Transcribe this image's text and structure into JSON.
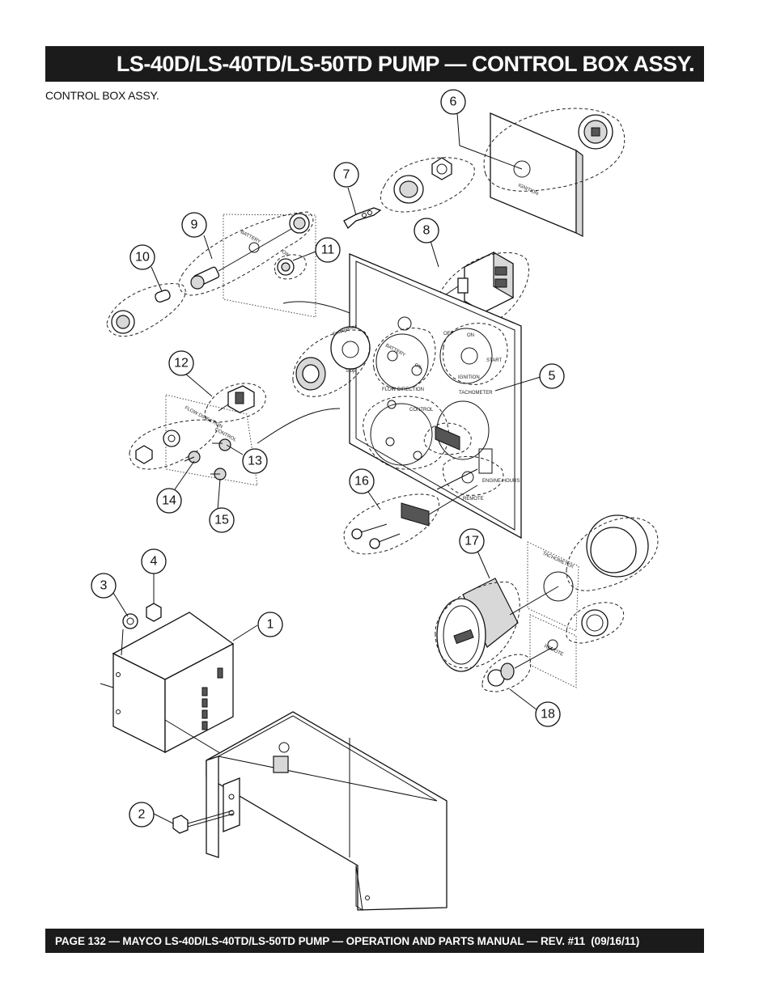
{
  "header": {
    "title": "LS-40D/LS-40TD/LS-50TD PUMP — CONTROL BOX ASSY."
  },
  "section": {
    "subtitle": "CONTROL BOX ASSY."
  },
  "footer": {
    "text": "PAGE 132 — MAYCO LS-40D/LS-40TD/LS-50TD PUMP — OPERATION AND PARTS MANUAL — REV. #11  (09/16/11)"
  },
  "callouts": {
    "c1": "1",
    "c2": "2",
    "c3": "3",
    "c4": "4",
    "c5": "5",
    "c6": "6",
    "c7": "7",
    "c8": "8",
    "c9": "9",
    "c10": "10",
    "c11": "11",
    "c12": "12",
    "c13": "13",
    "c14": "14",
    "c15": "15",
    "c16": "16",
    "c17": "17",
    "c18": "18"
  },
  "panel_labels": {
    "ignition": "IGNITION",
    "ignition_ring": "IGNITION",
    "battery": "BATTERY",
    "battery_gauge": "BATTERY",
    "oil": "OIL",
    "oil_gauge": "OIL",
    "off": "OFF",
    "on": "ON",
    "start": "START",
    "tachometer": "TACHOMETER",
    "tachometer_plate": "TACHOMETER",
    "flow_direction": "FLOW DIRECTION",
    "control": "CONTROL",
    "remote": "REMOTE",
    "remote_plate": "REMOTE",
    "engine_hours": "ENGINE HOURS",
    "emergency": "Emergency",
    "stop": "Stop",
    "toggle_flow_label": "FLOW DIRECTION",
    "toggle_control_label": "CONTROL"
  }
}
